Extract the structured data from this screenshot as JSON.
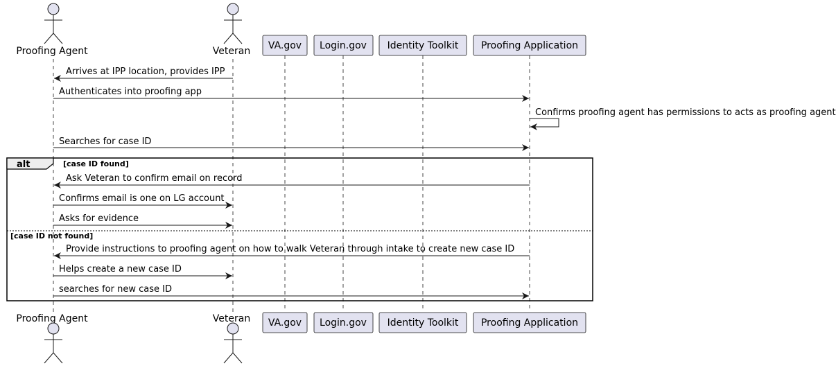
{
  "diagram": {
    "participants": [
      {
        "id": "agent",
        "label": "Proofing Agent",
        "kind": "actor"
      },
      {
        "id": "veteran",
        "label": "Veteran",
        "kind": "actor"
      },
      {
        "id": "vagov",
        "label": "VA.gov",
        "kind": "box"
      },
      {
        "id": "logingov",
        "label": "Login.gov",
        "kind": "box"
      },
      {
        "id": "toolkit",
        "label": "Identity Toolkit",
        "kind": "box"
      },
      {
        "id": "app",
        "label": "Proofing Application",
        "kind": "box"
      }
    ],
    "messages": [
      {
        "from": "veteran",
        "to": "agent",
        "label": "Arrives at IPP location, provides IPP"
      },
      {
        "from": "agent",
        "to": "app",
        "label": "Authenticates into proofing app"
      },
      {
        "from": "app",
        "to": "app",
        "label": "Confirms proofing agent has permissions to acts as proofing agent"
      },
      {
        "from": "agent",
        "to": "app",
        "label": "Searches for case ID"
      },
      {
        "from": "app",
        "to": "agent",
        "label": "Ask Veteran to confirm email on record"
      },
      {
        "from": "agent",
        "to": "veteran",
        "label": "Confirms email is one on LG account"
      },
      {
        "from": "agent",
        "to": "veteran",
        "label": "Asks for evidence"
      },
      {
        "from": "app",
        "to": "agent",
        "label": "Provide instructions to proofing agent on how to walk Veteran through intake to create new case ID"
      },
      {
        "from": "agent",
        "to": "veteran",
        "label": "Helps create a new case ID"
      },
      {
        "from": "agent",
        "to": "app",
        "label": "searches for new case ID"
      }
    ],
    "fragment": {
      "type": "alt",
      "guard1": "[case ID found]",
      "guard2": "[case ID not found]"
    }
  }
}
